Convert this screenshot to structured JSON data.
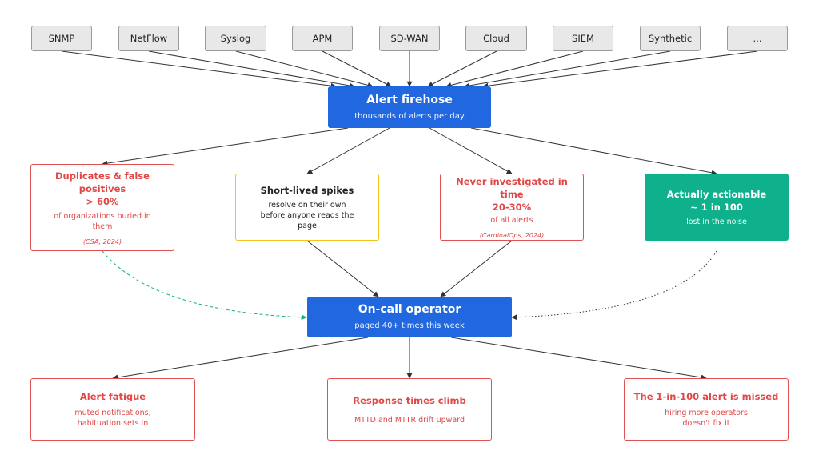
{
  "sources": [
    "SNMP",
    "NetFlow",
    "Syslog",
    "APM",
    "SD-WAN",
    "Cloud",
    "SIEM",
    "Synthetic",
    "..."
  ],
  "firehose": {
    "title": "Alert firehose",
    "subtitle": "thousands of alerts per day"
  },
  "categories": {
    "duplicates": {
      "title_line1": "Duplicates & false positives",
      "title_line2": "> 60%",
      "subtitle": "of organizations buried in them",
      "citation": "(CSA, 2024)"
    },
    "spikes": {
      "title": "Short-lived spikes",
      "subtitle": "resolve on their own before anyone reads the page"
    },
    "never": {
      "title_line1": "Never investigated in time",
      "title_line2": "20-30%",
      "subtitle": "of all alerts",
      "citation": "(CardinalOps, 2024)"
    },
    "actionable": {
      "title_line1": "Actually actionable",
      "title_line2": "~ 1 in 100",
      "subtitle": "lost in the noise"
    }
  },
  "operator": {
    "title": "On-call operator",
    "subtitle": "paged 40+ times this week"
  },
  "outcomes": {
    "fatigue": {
      "title": "Alert fatigue",
      "subtitle": "muted notifications, habituation sets in"
    },
    "response": {
      "title": "Response times climb",
      "subtitle": "MTTD and MTTR drift upward"
    },
    "missed": {
      "title": "The 1-in-100 alert is missed",
      "subtitle": "hiring more operators doesn't fix it"
    }
  },
  "colors": {
    "blue": "#2167e0",
    "red": "#e05252",
    "yellow": "#f0c419",
    "green": "#0fb08c",
    "edge": "#333333"
  }
}
